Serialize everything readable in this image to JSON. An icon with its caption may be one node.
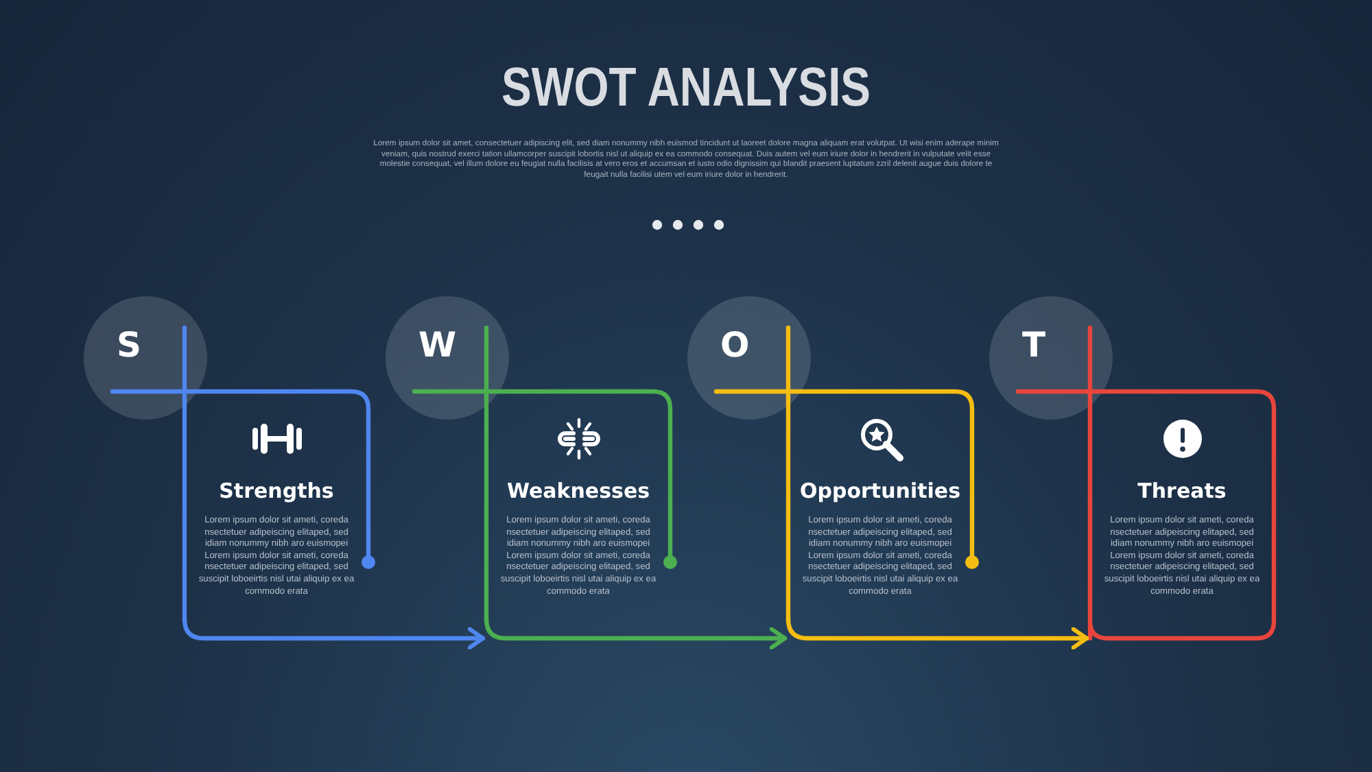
{
  "diagram": {
    "title": "SWOT ANALYSIS",
    "nodes": [
      {
        "text": [
          "S"
        ]
      },
      {
        "text": [
          "Strengths",
          "Lorem ipsum dolor sit ameti, coreda nsectetuer adipeiscing elitaped, sed idiam nonummy nibh aro euismopei Lorem ipsum dolor sit ameti, coreda nsectetuer adipeiscing elitaped, sed suscipit loboeirtis nisl utai aliquip ex ea commodo erata"
        ]
      },
      {
        "text": [
          "W"
        ]
      },
      {
        "text": [
          "Weaknesses",
          "Lorem ipsum dolor sit ameti, coreda nsectetuer adipeiscing elitaped, sed idiam nonummy nibh aro euismopei Lorem ipsum dolor sit ameti, coreda nsectetuer adipeiscing elitaped, sed suscipit loboeirtis nisl utai aliquip ex ea commodo erata"
        ]
      },
      {
        "text": [
          "O"
        ]
      },
      {
        "text": [
          "Opportunities",
          "Lorem ipsum dolor sit ameti, coreda nsectetuer adipeiscing elitaped, sed idiam nonummy nibh aro euismopei Lorem ipsum dolor sit ameti, coreda nsectetuer adipeiscing elitaped, sed suscipit loboeirtis nisl utai aliquip ex ea commodo erata"
        ]
      },
      {
        "text": [
          "T"
        ]
      },
      {
        "text": [
          "Threats",
          "Lorem ipsum dolor sit ameti, coreda nsectetuer adipeiscing elitaped, sed idiam nonummy nibh aro euismopei Lorem ipsum dolor sit ameti, coreda nsectetuer adipeiscing elitaped, sed suscipit loboeirtis nisl utai aliquip ex ea commodo erata"
        ]
      }
    ],
    "edges": [
      {
        "from": 1,
        "to": 3,
        "arrow": "to",
        "color": "#4f86f0"
      },
      {
        "from": 3,
        "to": 5,
        "arrow": "to",
        "color": "#4caf50"
      },
      {
        "from": 5,
        "to": 7,
        "arrow": "to",
        "color": "#f5bd12"
      }
    ],
    "labels": [
      "Lorem ipsum dolor sit amet, consectetuer adipiscing elit, sed diam nonummy nibh euismod tincidunt ut laoreet dolore magna aliquam erat volutpat. Ut wisi enim aderape minim veniam, quis nostrud exerci tation ullamcorper suscipit lobortis nisl ut aliquip ex ea commodo consequat. Duis autem vel eum iriure dolor in hendrerit in vulputate velit esse molestie consequat, vel illum dolore eu feugiat nulla facilisis at vero eros et accumsan et iusto odio dignissim qui blandit praesent luptatum zzril delenit augue duis dolore te feugait nulla facilisi utem vel eum iriure dolor in hendrerit."
    ]
  }
}
